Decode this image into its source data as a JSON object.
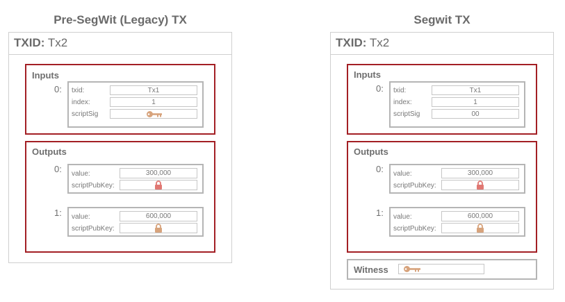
{
  "colors": {
    "red_border": "#a31f24",
    "key": "#d7a37c",
    "lock_red": "#e07873",
    "lock_tan": "#d7a37c"
  },
  "legacy": {
    "title": "Pre-SegWit (Legacy) TX",
    "txid_label": "TXID:",
    "txid_value": "Tx2",
    "inputs_label": "Inputs",
    "input0": {
      "index": "0:",
      "txid_label": "txid:",
      "txid_value": "Tx1",
      "index_label": "index:",
      "index_value": "1",
      "scriptsig_label": "scriptSig",
      "scriptsig_icon": "key-icon"
    },
    "outputs_label": "Outputs",
    "outputs": [
      {
        "index": "0:",
        "value_label": "value:",
        "value": "300,000",
        "spk_label": "scriptPubKey:",
        "spk_icon": "lock-icon-red"
      },
      {
        "index": "1:",
        "value_label": "value:",
        "value": "600,000",
        "spk_label": "scriptPubKey:",
        "spk_icon": "lock-icon-tan"
      }
    ]
  },
  "segwit": {
    "title": "Segwit TX",
    "txid_label": "TXID:",
    "txid_value": "Tx2",
    "inputs_label": "Inputs",
    "input0": {
      "index": "0:",
      "txid_label": "txid:",
      "txid_value": "Tx1",
      "index_label": "index:",
      "index_value": "1",
      "scriptsig_label": "scriptSig",
      "scriptsig_value": "00"
    },
    "outputs_label": "Outputs",
    "outputs": [
      {
        "index": "0:",
        "value_label": "value:",
        "value": "300,000",
        "spk_label": "scriptPubKey:",
        "spk_icon": "lock-icon-red"
      },
      {
        "index": "1:",
        "value_label": "value:",
        "value": "600,000",
        "spk_label": "scriptPubKey:",
        "spk_icon": "lock-icon-tan"
      }
    ],
    "witness_label": "Witness",
    "witness_icon": "key-icon"
  }
}
